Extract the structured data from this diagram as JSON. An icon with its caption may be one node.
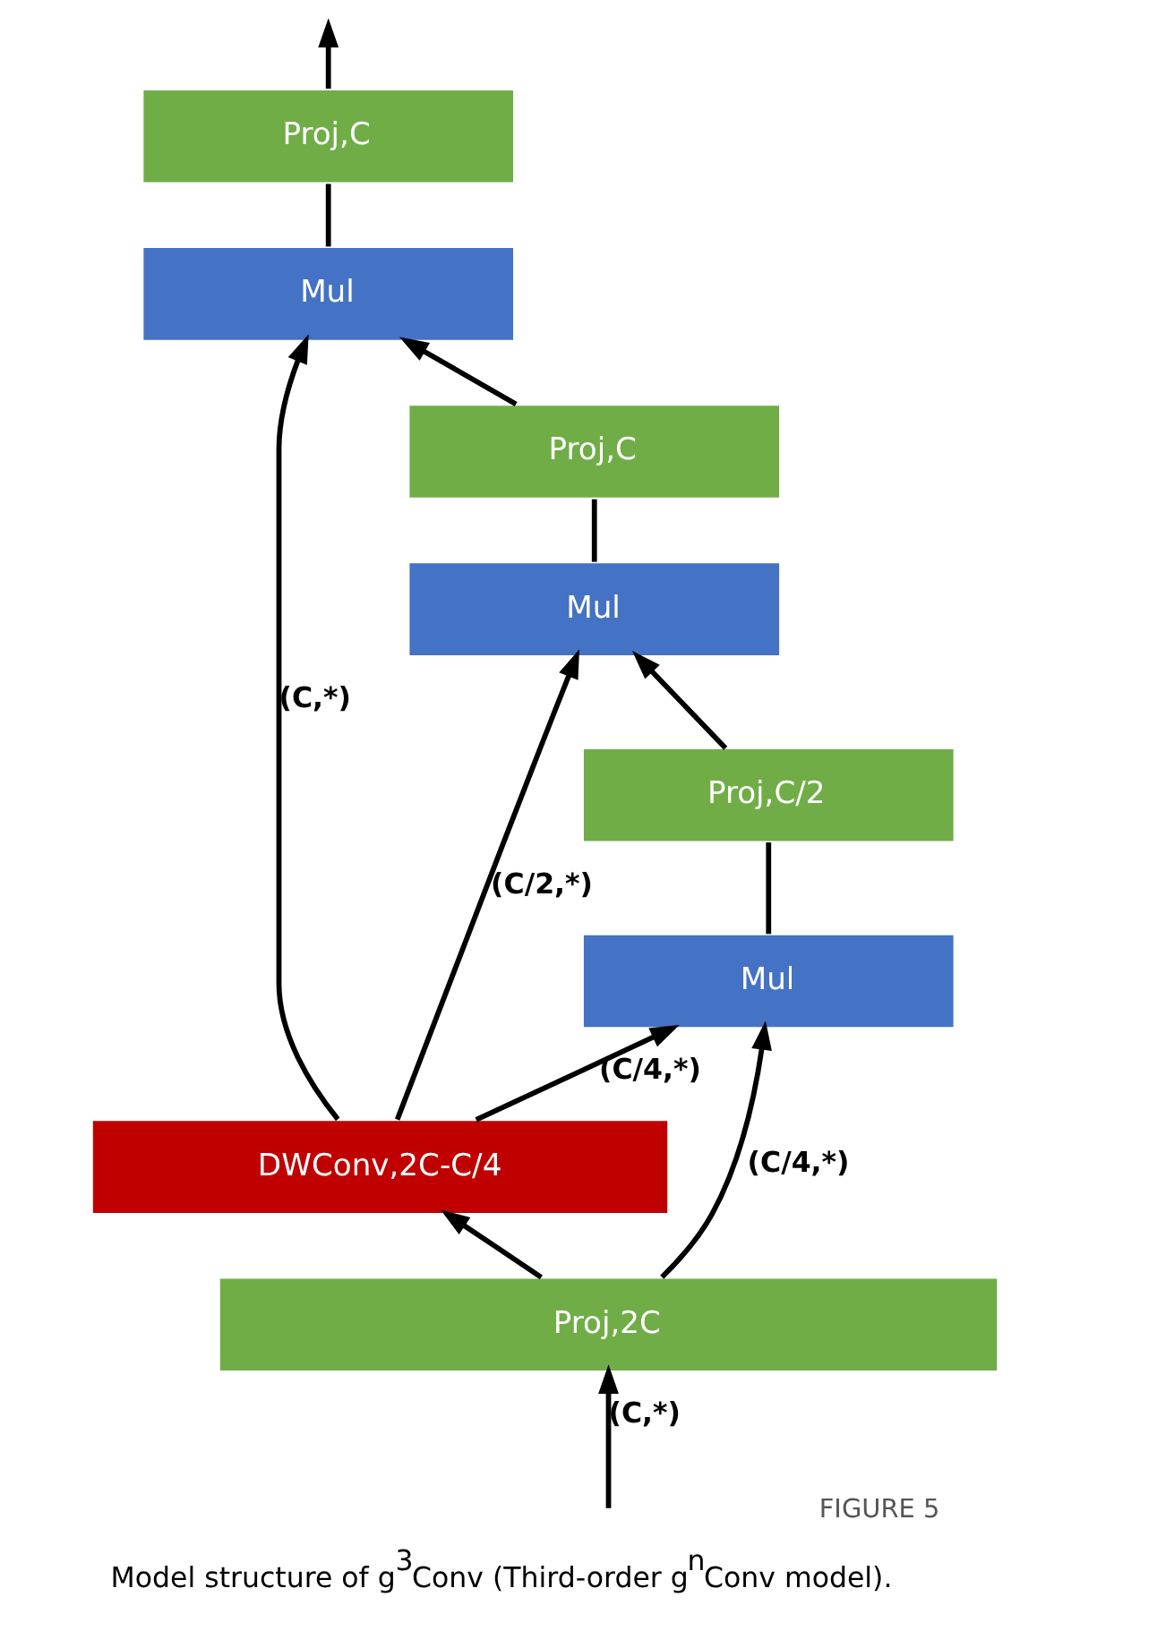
{
  "diagram": {
    "caption": "Model structure of g$^{3}$Conv (Third-order g$^{n}$Conv model).",
    "nodes": [
      {
        "text": [
          "Proj,2C"
        ]
      },
      {
        "text": [
          "DWConv,2C-C/4"
        ]
      },
      {
        "text": [
          "Mul"
        ]
      },
      {
        "text": [
          "Proj,C/2"
        ]
      },
      {
        "text": [
          "Mul"
        ]
      },
      {
        "text": [
          "Proj,C"
        ]
      },
      {
        "text": [
          "Mul"
        ]
      },
      {
        "text": [
          "Proj,C"
        ]
      }
    ],
    "edges": [
      {
        "from": null,
        "to": 0,
        "arrow": "to",
        "label": "(C,*)"
      },
      {
        "from": 0,
        "to": 1,
        "arrow": "to"
      },
      {
        "from": 0,
        "to": 2,
        "arrow": "to",
        "label": "(C/4,*)"
      },
      {
        "from": 1,
        "to": 2,
        "arrow": "to",
        "label": "(C/4,*)"
      },
      {
        "from": 1,
        "to": 4,
        "arrow": "to",
        "label": "(C/2,*)"
      },
      {
        "from": 1,
        "to": 6,
        "arrow": "to",
        "label": "(C,*)"
      },
      {
        "from": 2,
        "to": 3,
        "arrow": "none"
      },
      {
        "from": 3,
        "to": 4,
        "arrow": "to"
      },
      {
        "from": 4,
        "to": 5,
        "arrow": "none"
      },
      {
        "from": 5,
        "to": 6,
        "arrow": "to"
      },
      {
        "from": 6,
        "to": 7,
        "arrow": "none"
      },
      {
        "from": 7,
        "to": null,
        "arrow": "to"
      }
    ],
    "labels": [
      "FIGURE 5"
    ]
  }
}
